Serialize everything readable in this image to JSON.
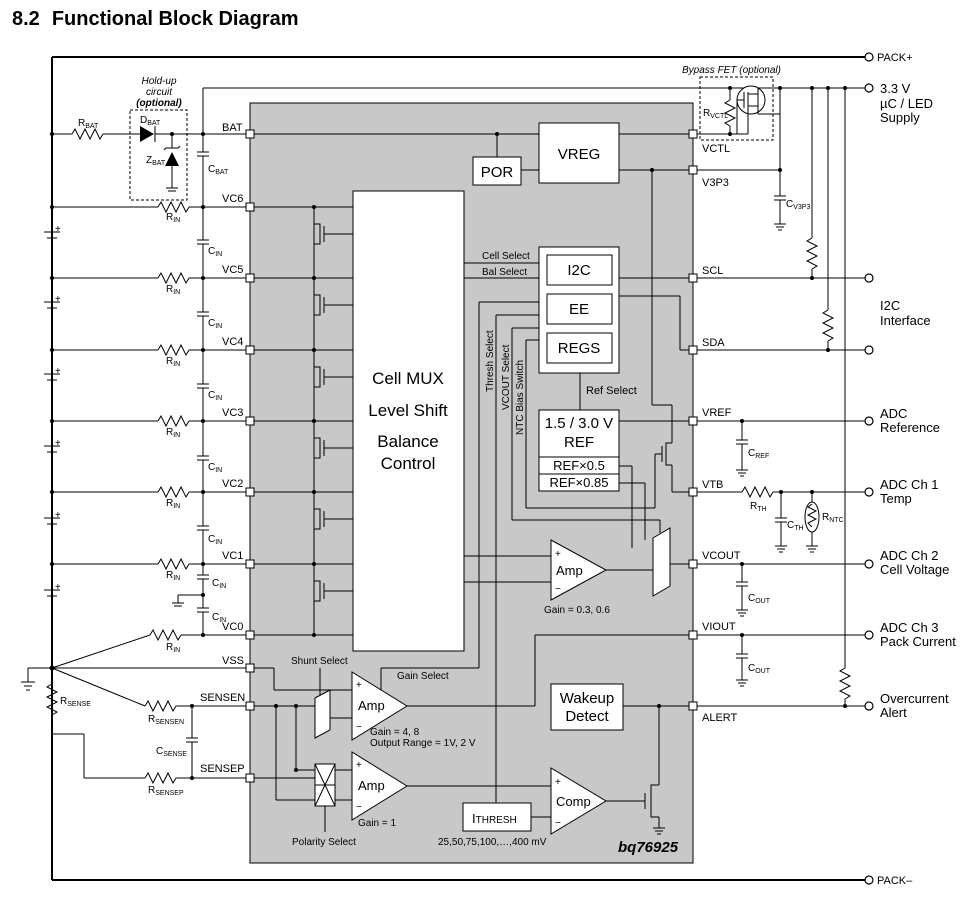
{
  "header": {
    "section_number": "8.2",
    "title": "Functional Block Diagram"
  },
  "chip": {
    "name": "bq76925"
  },
  "pins": {
    "bat": "BAT",
    "vc6": "VC6",
    "vc5": "VC5",
    "vc4": "VC4",
    "vc3": "VC3",
    "vc2": "VC2",
    "vc1": "VC1",
    "vc0": "VC0",
    "vss": "VSS",
    "sensen": "SENSEN",
    "sensep": "SENSEP",
    "vctl": "VCTL",
    "v3p3": "V3P3",
    "scl": "SCL",
    "sda": "SDA",
    "vref": "VREF",
    "vtb": "VTB",
    "vcout": "VCOUT",
    "viout": "VIOUT",
    "alert": "ALERT"
  },
  "blocks": {
    "por": "POR",
    "vreg": "VREG",
    "cell_mux": [
      "Cell MUX",
      "Level Shift",
      "Balance",
      "Control"
    ],
    "i2c": "I2C",
    "ee": "EE",
    "regs": "REGS",
    "ref_main": [
      "1.5 / 3.0 V",
      "REF"
    ],
    "ref_half": "REF×0.5",
    "ref_085": "REF×0.85",
    "amp": "Amp",
    "comp": "Comp",
    "wakeup": [
      "Wakeup",
      "Detect"
    ],
    "ithresh_main": "I",
    "ithresh_sub": "THRESH"
  },
  "signals": {
    "cell_select": "Cell Select",
    "bal_select": "Bal Select",
    "thresh_select": "Thresh Select",
    "vcout_select": "VCOUT Select",
    "ntc_bias": "NTC Bias Switch",
    "ref_select": "Ref Select",
    "gain_select": "Gain Select",
    "shunt_select": "Shunt Select",
    "polarity_select": "Polarity Select"
  },
  "annotations": {
    "gain_vcout": "Gain = 0.3, 0.6",
    "gain_iamp": "Gain = 4, 8",
    "output_range": "Output Range = 1V, 2 V",
    "gain_unity": "Gain = 1",
    "thresh_values": "25,50,75,100,…,400 mV",
    "holdup": [
      "Hold-up",
      "circuit",
      "(optional)"
    ],
    "bypass_fet": "Bypass FET (optional)"
  },
  "components": {
    "r_bat": [
      "R",
      "BAT"
    ],
    "d_bat": [
      "D",
      "BAT"
    ],
    "z_bat": [
      "Z",
      "BAT"
    ],
    "c_bat": [
      "C",
      "BAT"
    ],
    "r_in": [
      "R",
      "IN"
    ],
    "c_in": [
      "C",
      "IN"
    ],
    "r_vctl": [
      "R",
      "VCTL"
    ],
    "c_v3p3": [
      "C",
      "V3P3"
    ],
    "c_ref": [
      "C",
      "REF"
    ],
    "r_th": [
      "R",
      "TH"
    ],
    "c_th": [
      "C",
      "TH"
    ],
    "r_ntc": [
      "R",
      "NTC"
    ],
    "c_out": [
      "C",
      "OUT"
    ],
    "r_sense": [
      "R",
      "SENSE"
    ],
    "r_sensen": [
      "R",
      "SENSEN"
    ],
    "r_sensep": [
      "R",
      "SENSEP"
    ],
    "c_sense": [
      "C",
      "SENSE"
    ]
  },
  "terminals": {
    "pack_plus": "PACK+",
    "pack_minus": "PACK–",
    "supply": [
      "3.3 V",
      "µC / LED",
      "Supply"
    ],
    "i2c": [
      "I2C",
      "Interface"
    ],
    "adc_ref": [
      "ADC",
      "Reference"
    ],
    "adc_ch1": [
      "ADC Ch 1",
      "Temp"
    ],
    "adc_ch2": [
      "ADC Ch 2",
      "Cell Voltage"
    ],
    "adc_ch3": [
      "ADC Ch 3",
      "Pack Current"
    ],
    "overcurrent": [
      "Overcurrent",
      "Alert"
    ]
  },
  "colors": {
    "chip_fill": "#c8c8c8",
    "line": "#000000",
    "background": "#ffffff"
  }
}
